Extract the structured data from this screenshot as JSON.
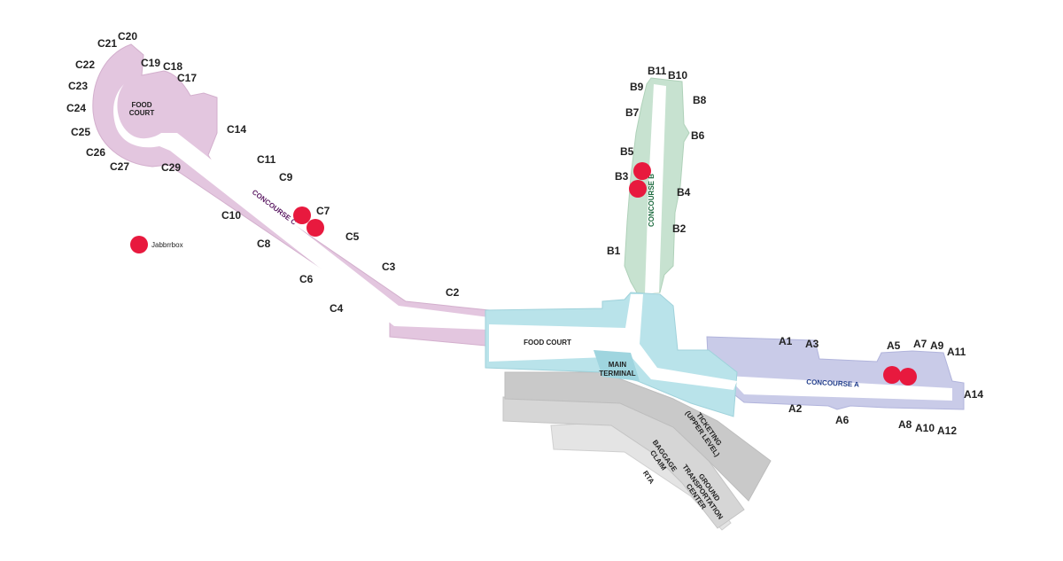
{
  "colors": {
    "concourse_c": "#e3c6df",
    "concourse_b": "#c7e2d0",
    "concourse_a": "#c9cbe8",
    "main": "#b9e3ea",
    "walkway": "#ffffff",
    "landside": "#cfcfcf",
    "landside_light": "#e4e4e4",
    "marker": "#e8193e",
    "label_c": "#5b1a63",
    "label_b": "#1d6b3f",
    "label_a": "#1f3b8a"
  },
  "concourses": {
    "c": "CONCOURSE C",
    "b": "CONCOURSE B",
    "a": "CONCOURSE A"
  },
  "areas": {
    "food_court_c_line1": "FOOD",
    "food_court_c_line2": "COURT",
    "food_court_main": "FOOD COURT",
    "main_terminal_line1": "MAIN",
    "main_terminal_line2": "TERMINAL",
    "ticketing_line1": "TICKETING",
    "ticketing_line2": "(UPPER LEVEL)",
    "baggage_line1": "BAGGAGE",
    "baggage_line2": "CLAIM",
    "rta": "RTA",
    "gtc_line1": "GROUND",
    "gtc_line2": "TRANSPORTATION",
    "gtc_line3": "CENTER"
  },
  "poi": {
    "jabbrrbox": "Jabbrrbox"
  },
  "gates": {
    "c20": "C20",
    "c21": "C21",
    "c19": "C19",
    "c18": "C18",
    "c17": "C17",
    "c22": "C22",
    "c23": "C23",
    "c24": "C24",
    "c25": "C25",
    "c26": "C26",
    "c27": "C27",
    "c29": "C29",
    "c14": "C14",
    "c11": "C11",
    "c9": "C9",
    "c10": "C10",
    "c7": "C7",
    "c5": "C5",
    "c8": "C8",
    "c3": "C3",
    "c6": "C6",
    "c4": "C4",
    "c2": "C2",
    "b11": "B11",
    "b10": "B10",
    "b9": "B9",
    "b8": "B8",
    "b7": "B7",
    "b6": "B6",
    "b5": "B5",
    "b3": "B3",
    "b4": "B4",
    "b2": "B2",
    "b1": "B1",
    "a1": "A1",
    "a3": "A3",
    "a5": "A5",
    "a7": "A7",
    "a9": "A9",
    "a11": "A11",
    "a14": "A14",
    "a2": "A2",
    "a6": "A6",
    "a8": "A8",
    "a10": "A10",
    "a12": "A12"
  }
}
